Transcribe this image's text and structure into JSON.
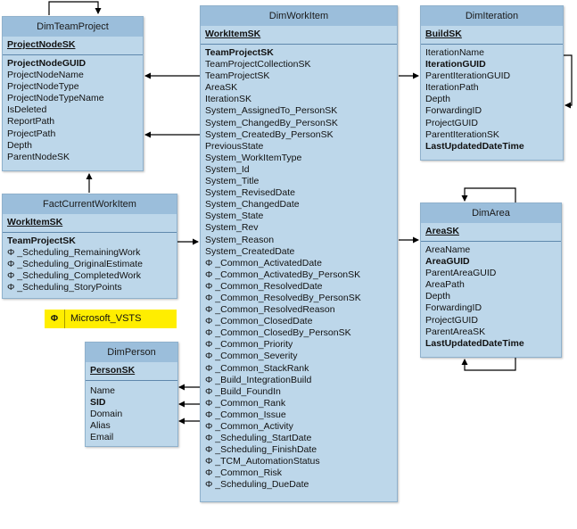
{
  "entities": {
    "dim_team_project": {
      "title": "DimTeamProject",
      "primary_key": "ProjectNodeSK",
      "fields": [
        "ProjectNodeGUID",
        "ProjectNodeName",
        "ProjectNodeType",
        "ProjectNodeTypeName",
        "IsDeleted",
        "ReportPath",
        "ProjectPath",
        "Depth",
        "ParentNodeSK"
      ],
      "bold_fields": [
        "ProjectNodeGUID"
      ]
    },
    "fact_current_work_item": {
      "title": "FactCurrentWorkItem",
      "primary_key": "WorkItemSK",
      "fields": [
        "TeamProjectSK",
        "Φ _Scheduling_RemainingWork",
        "Φ _Scheduling_OriginalEstimate",
        "Φ _Scheduling_CompletedWork",
        "Φ _Scheduling_StoryPoints"
      ],
      "bold_fields": [
        "TeamProjectSK"
      ]
    },
    "dim_work_item": {
      "title": "DimWorkItem",
      "primary_key": "WorkItemSK",
      "fields": [
        "TeamProjectSK",
        "TeamProjectCollectionSK",
        "TeamProjectSK",
        "AreaSK",
        "IterationSK",
        "System_AssignedTo_PersonSK",
        "System_ChangedBy_PersonSK",
        "System_CreatedBy_PersonSK",
        "PreviousState",
        "System_WorkItemType",
        "System_Id",
        "System_Title",
        "System_RevisedDate",
        "System_ChangedDate",
        "System_State",
        "System_Rev",
        "System_Reason",
        "System_CreatedDate",
        "Φ _Common_ActivatedDate",
        "Φ _Common_ActivatedBy_PersonSK",
        "Φ _Common_ResolvedDate",
        "Φ _Common_ResolvedBy_PersonSK",
        "Φ _Common_ResolvedReason",
        "Φ _Common_ClosedDate",
        "Φ _Common_ClosedBy_PersonSK",
        "Φ _Common_Priority",
        "Φ _Common_Severity",
        "Φ _Common_StackRank",
        "Φ _Build_IntegrationBuild",
        "Φ _Build_FoundIn",
        "Φ _Common_Rank",
        "Φ _Common_Issue",
        "Φ _Common_Activity",
        "Φ _Scheduling_StartDate",
        "Φ _Scheduling_FinishDate",
        "Φ _TCM_AutomationStatus",
        "Φ _Common_Risk",
        "Φ _Scheduling_DueDate"
      ],
      "bold_fields": [
        0
      ]
    },
    "dim_iteration": {
      "title": "DimIteration",
      "primary_key": "BuildSK",
      "fields": [
        "IterationName",
        "IterationGUID",
        "ParentIterationGUID",
        "IterationPath",
        "Depth",
        "ForwardingID",
        "ProjectGUID",
        "ParentIterationSK",
        "LastUpdatedDateTime"
      ],
      "bold_fields": [
        "IterationGUID",
        "LastUpdatedDateTime"
      ]
    },
    "dim_area": {
      "title": "DimArea",
      "primary_key": "AreaSK",
      "fields": [
        "AreaName",
        "AreaGUID",
        "ParentAreaGUID",
        "AreaPath",
        "Depth",
        "ForwardingID",
        "ProjectGUID",
        "ParentAreaSK",
        "LastUpdatedDateTime"
      ],
      "bold_fields": [
        "AreaGUID",
        "LastUpdatedDateTime"
      ]
    },
    "dim_person": {
      "title": "DimPerson",
      "primary_key": "PersonSK",
      "fields": [
        "Name",
        "SID",
        "Domain",
        "Alias",
        "Email"
      ],
      "bold_fields": [
        "SID"
      ]
    }
  },
  "legend": {
    "symbol": "Φ",
    "label": "Microsoft_VSTS",
    "color": "#ffee00"
  },
  "colors": {
    "entity_body": "#bdd7ea",
    "entity_header": "#9bbedb",
    "connector": "#000000"
  }
}
